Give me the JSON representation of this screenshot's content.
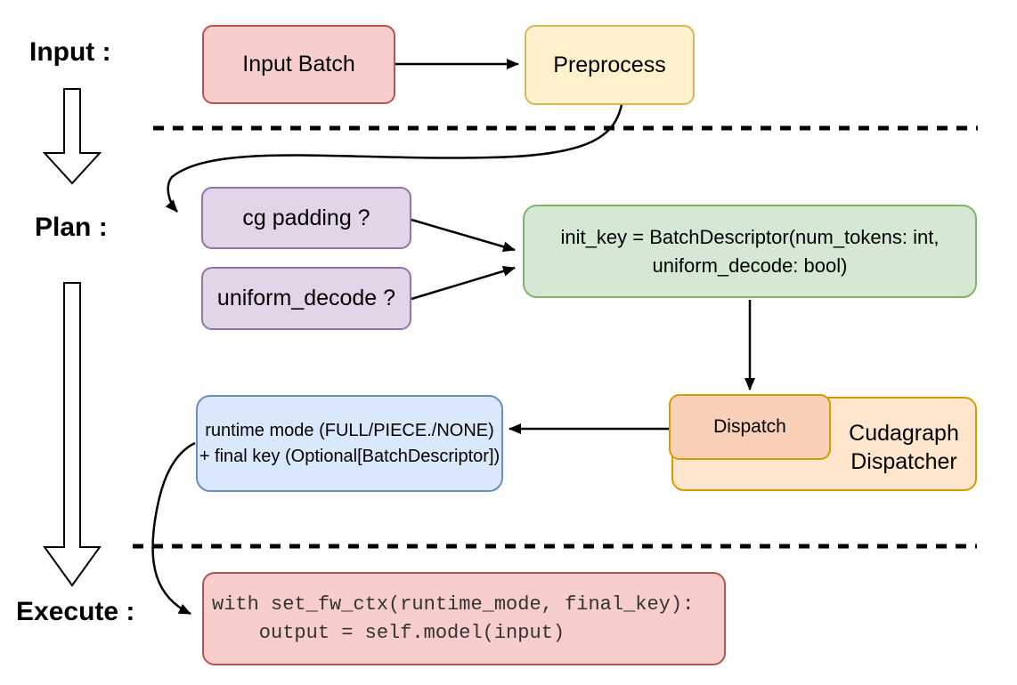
{
  "diagram": {
    "sections": {
      "input_label": "Input :",
      "plan_label": "Plan :",
      "execute_label": "Execute :"
    },
    "nodes": {
      "input_batch": {
        "label": "Input Batch",
        "fill": "#f8cecc",
        "border": "#b85450"
      },
      "preprocess": {
        "label": "Preprocess",
        "fill": "#fff2cc",
        "border": "#d6b656"
      },
      "cg_padding": {
        "label": "cg padding ?",
        "fill": "#e1d5e7",
        "border": "#9673a6"
      },
      "uniform_decode": {
        "label": "uniform_decode ?",
        "fill": "#e1d5e7",
        "border": "#9673a6"
      },
      "init_key": {
        "line1": "init_key = BatchDescriptor(num_tokens: int,",
        "line2": "uniform_decode: bool)",
        "fill": "#d5e8d4",
        "border": "#82b366"
      },
      "dispatch": {
        "label": "Dispatch",
        "fill": "#fad1b8",
        "border": "#d79b00"
      },
      "cudagraph_dispatcher": {
        "label": "Cudagraph Dispatcher",
        "fill": "#ffe6cc",
        "border": "#d79b00"
      },
      "runtime_mode": {
        "line1": "runtime mode (FULL/PIECE./NONE)",
        "line2": "+ final key (Optional[BatchDescriptor])",
        "fill": "#dae8fc",
        "border": "#6c8ebf"
      },
      "execute_code": {
        "line1": "with set_fw_ctx(runtime_mode, final_key):",
        "line2": "    output = self.model(input)",
        "fill": "#f8cecc",
        "border": "#b85450"
      }
    },
    "connector_color": "#000000",
    "dashed_separator_color": "#000000"
  }
}
